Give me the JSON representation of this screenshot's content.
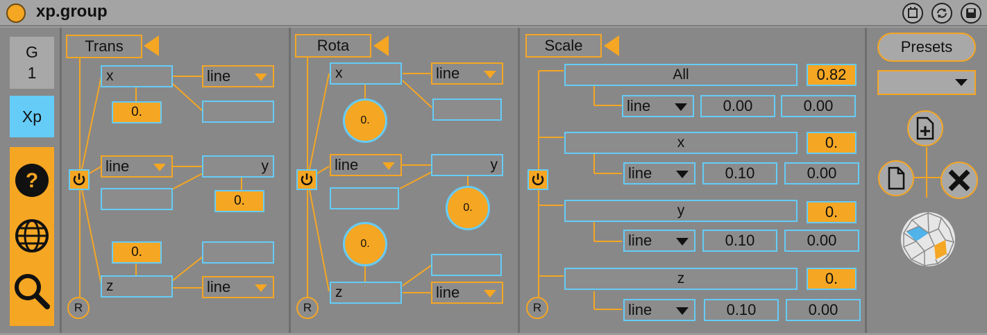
{
  "window": {
    "title": "xp.group"
  },
  "sidebar": {
    "group_top": "G",
    "group_bottom": "1",
    "xp_label": "Xp"
  },
  "trans": {
    "label": "Trans",
    "x": {
      "label": "x",
      "mode": "line",
      "value": "0."
    },
    "y": {
      "label": "y",
      "mode": "line",
      "value": "0."
    },
    "z": {
      "label": "z",
      "mode": "line",
      "value": "0."
    },
    "reset": "R"
  },
  "rota": {
    "label": "Rota",
    "x": {
      "label": "x",
      "mode": "line",
      "value": "0."
    },
    "y": {
      "label": "y",
      "mode": "line",
      "value": "0."
    },
    "z": {
      "label": "z",
      "mode": "line",
      "value": "0."
    },
    "reset": "R"
  },
  "scale": {
    "label": "Scale",
    "rows": [
      {
        "label": "All",
        "value": "0.82",
        "mode": "line",
        "a": "0.00",
        "b": "0.00"
      },
      {
        "label": "x",
        "value": "0.",
        "mode": "line",
        "a": "0.10",
        "b": "0.00"
      },
      {
        "label": "y",
        "value": "0.",
        "mode": "line",
        "a": "0.10",
        "b": "0.00"
      },
      {
        "label": "z",
        "value": "0.",
        "mode": "line",
        "a": "0.10",
        "b": "0.00"
      }
    ],
    "reset": "R"
  },
  "presets": {
    "label": "Presets",
    "selected": ""
  },
  "colors": {
    "accent": "#f5a623",
    "blue": "#65ccf7",
    "panel": "#888888"
  }
}
